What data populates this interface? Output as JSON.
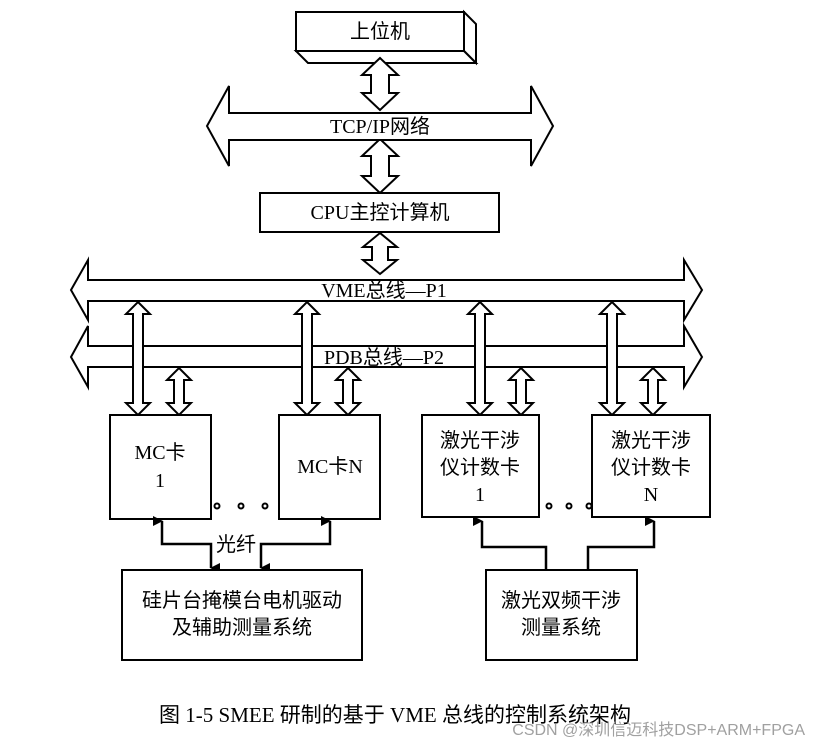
{
  "nodes": {
    "host": "上位机",
    "tcp_bus": "TCP/IP网络",
    "cpu": "CPU主控计算机",
    "vme_bus": "VME总线—P1",
    "pdb_bus": "PDB总线—P2",
    "mc1": [
      "MC卡",
      "1"
    ],
    "mcn": "MC卡N",
    "laser1": [
      "激光干涉",
      "仪计数卡",
      "1"
    ],
    "lasern": [
      "激光干涉",
      "仪计数卡",
      "N"
    ],
    "fiber": "光纤",
    "stage": [
      "硅片台掩模台电机驱动",
      "及辅助测量系统"
    ],
    "laser_sys": [
      "激光双频干涉",
      "测量系统"
    ]
  },
  "caption": "图 1-5 SMEE 研制的基于 VME 总线的控制系统架构",
  "watermark": "CSDN @深圳信迈科技DSP+ARM+FPGA"
}
